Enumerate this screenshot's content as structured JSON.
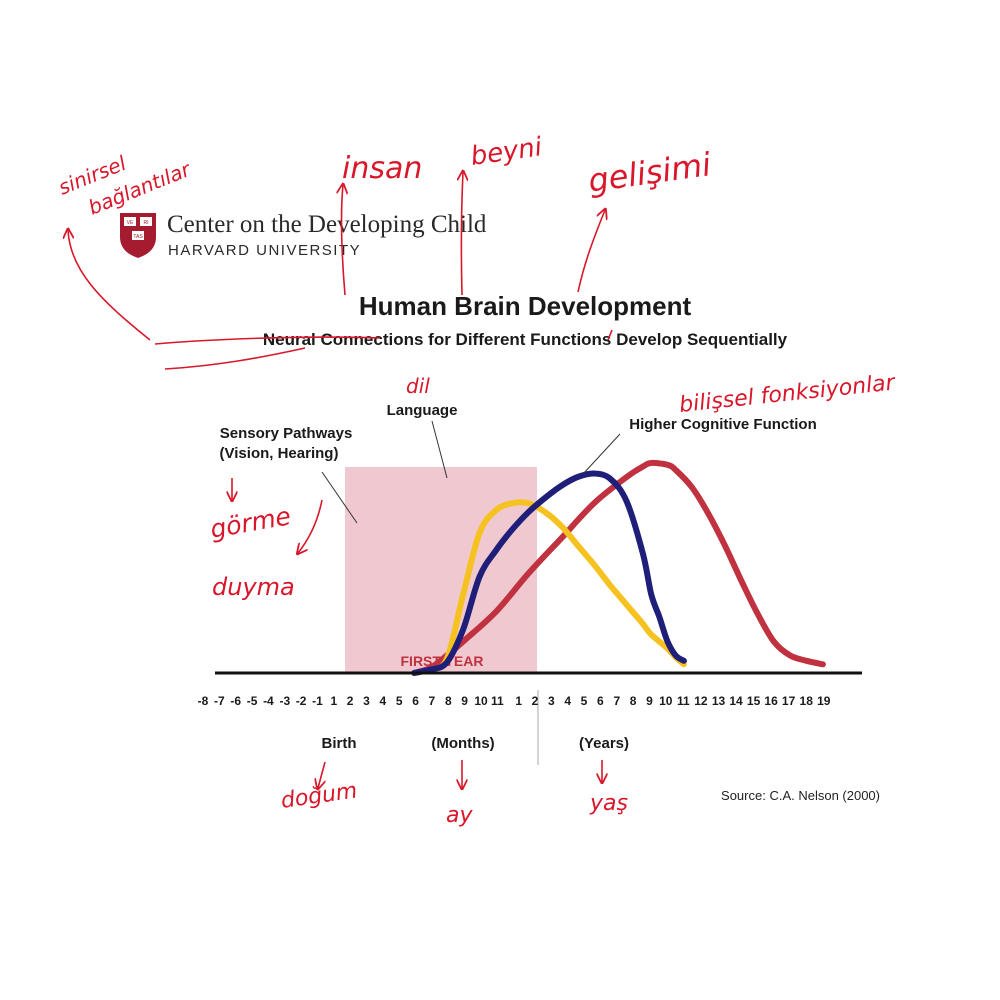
{
  "logo": {
    "name": "Center on the Developing Child",
    "university": "HARVARD UNIVERSITY",
    "shield_text": [
      "VE",
      "RI",
      "TAS"
    ]
  },
  "title": "Human Brain Development",
  "subtitle": "Neural Connections for Different Functions Develop Sequentially",
  "source": "Source: C.A. Nelson (2000)",
  "colors": {
    "sensory": "#f5c220",
    "language": "#1f1f7a",
    "cognitive": "#c0323f",
    "first_year_band": "#efc9cf",
    "annotation": "#d9172a",
    "logo": "#a51c30"
  },
  "chart_data": {
    "type": "line",
    "x_axis": {
      "ticks_prenatal": [
        "-8",
        "-7",
        "-6",
        "-5",
        "-4",
        "-3",
        "-2",
        "-1"
      ],
      "ticks_months": [
        "1",
        "2",
        "3",
        "4",
        "5",
        "6",
        "7",
        "8",
        "9",
        "10",
        "11"
      ],
      "ticks_years": [
        "1",
        "2",
        "3",
        "4",
        "5",
        "6",
        "7",
        "8",
        "9",
        "10",
        "11",
        "12",
        "13",
        "14",
        "15",
        "16",
        "17",
        "18",
        "19"
      ],
      "section_labels": [
        "Birth",
        "(Months)",
        "(Years)"
      ]
    },
    "band_label": "FIRST YEAR",
    "series": [
      {
        "name": "Sensory Pathways (Vision, Hearing)",
        "color": "#f5c220",
        "points": [
          [
            -3,
            0
          ],
          [
            -2,
            0.02
          ],
          [
            -1,
            0.08
          ],
          [
            0,
            0.45
          ],
          [
            1,
            0.8
          ],
          [
            2,
            0.93
          ],
          [
            3,
            0.97
          ],
          [
            4,
            0.97
          ],
          [
            5,
            0.92
          ],
          [
            6,
            0.84
          ],
          [
            7,
            0.73
          ],
          [
            8,
            0.62
          ],
          [
            9,
            0.5
          ],
          [
            10,
            0.39
          ],
          [
            11,
            0.28
          ],
          [
            11.5,
            0.22
          ],
          [
            12.5,
            0.14
          ],
          [
            13,
            0.09
          ],
          [
            13.5,
            0.05
          ]
        ]
      },
      {
        "name": "Language",
        "color": "#1f1f7a",
        "points": [
          [
            -3,
            0
          ],
          [
            -2,
            0.02
          ],
          [
            -1,
            0.06
          ],
          [
            0,
            0.25
          ],
          [
            1,
            0.55
          ],
          [
            2,
            0.7
          ],
          [
            3,
            0.82
          ],
          [
            4,
            0.92
          ],
          [
            5,
            1.0
          ],
          [
            6,
            1.07
          ],
          [
            7,
            1.12
          ],
          [
            8,
            1.14
          ],
          [
            9,
            1.11
          ],
          [
            10,
            0.98
          ],
          [
            11,
            0.68
          ],
          [
            11.5,
            0.45
          ],
          [
            12,
            0.32
          ],
          [
            12.5,
            0.18
          ],
          [
            13,
            0.1
          ],
          [
            13.5,
            0.07
          ]
        ]
      },
      {
        "name": "Higher Cognitive Function",
        "color": "#c0323f",
        "points": [
          [
            -3,
            0
          ],
          [
            -2,
            0.03
          ],
          [
            -1,
            0.1
          ],
          [
            0,
            0.18
          ],
          [
            2,
            0.35
          ],
          [
            4,
            0.57
          ],
          [
            6,
            0.77
          ],
          [
            8,
            0.97
          ],
          [
            10,
            1.12
          ],
          [
            11,
            1.18
          ],
          [
            11.5,
            1.2
          ],
          [
            12.5,
            1.19
          ],
          [
            13,
            1.16
          ],
          [
            14,
            1.06
          ],
          [
            15,
            0.91
          ],
          [
            16,
            0.73
          ],
          [
            17,
            0.53
          ],
          [
            18,
            0.34
          ],
          [
            19,
            0.18
          ],
          [
            20,
            0.1
          ],
          [
            21,
            0.07
          ],
          [
            22,
            0.05
          ]
        ]
      }
    ]
  },
  "handwritten": {
    "neural": "sinirsel",
    "connections": "bağlantılar",
    "human": "insan",
    "brain": "beyni",
    "development": "gelişimi",
    "language": "dil",
    "cognitive": "bilişsel fonksiyonlar",
    "vision": "görme",
    "hearing": "duyma",
    "birth": "doğum",
    "month": "ay",
    "year": "yaş"
  }
}
